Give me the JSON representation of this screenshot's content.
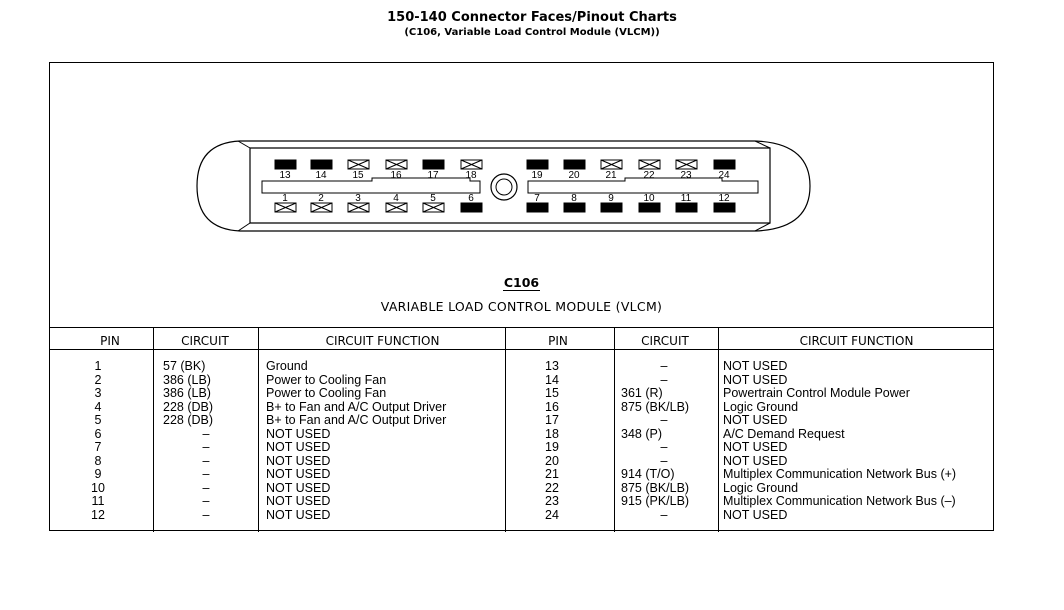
{
  "header": {
    "title": "150-140 Connector Faces/Pinout Charts",
    "subtitle": "(C106, Variable Load Control Module (VLCM))"
  },
  "connector": {
    "id": "C106",
    "name": "VARIABLE LOAD CONTROL MODULE (VLCM)",
    "top_row": [
      {
        "pin": "13",
        "filled": true
      },
      {
        "pin": "14",
        "filled": true
      },
      {
        "pin": "15",
        "filled": false
      },
      {
        "pin": "16",
        "filled": false
      },
      {
        "pin": "17",
        "filled": true
      },
      {
        "pin": "18",
        "filled": false
      },
      {
        "pin": "19",
        "filled": true
      },
      {
        "pin": "20",
        "filled": true
      },
      {
        "pin": "21",
        "filled": false
      },
      {
        "pin": "22",
        "filled": false
      },
      {
        "pin": "23",
        "filled": false
      },
      {
        "pin": "24",
        "filled": true
      }
    ],
    "bottom_row": [
      {
        "pin": "1",
        "filled": false
      },
      {
        "pin": "2",
        "filled": false
      },
      {
        "pin": "3",
        "filled": false
      },
      {
        "pin": "4",
        "filled": false
      },
      {
        "pin": "5",
        "filled": false
      },
      {
        "pin": "6",
        "filled": true
      },
      {
        "pin": "7",
        "filled": true
      },
      {
        "pin": "8",
        "filled": true
      },
      {
        "pin": "9",
        "filled": true
      },
      {
        "pin": "10",
        "filled": true
      },
      {
        "pin": "11",
        "filled": true
      },
      {
        "pin": "12",
        "filled": true
      }
    ]
  },
  "table": {
    "headers": [
      "PIN",
      "CIRCUIT",
      "CIRCUIT FUNCTION",
      "PIN",
      "CIRCUIT",
      "CIRCUIT FUNCTION"
    ],
    "left_rows": [
      {
        "pin": "1",
        "circuit": "57 (BK)",
        "function": "Ground"
      },
      {
        "pin": "2",
        "circuit": "386 (LB)",
        "function": "Power to Cooling Fan"
      },
      {
        "pin": "3",
        "circuit": "386 (LB)",
        "function": "Power to Cooling Fan"
      },
      {
        "pin": "4",
        "circuit": "228 (DB)",
        "function": "B+ to Fan and A/C Output Driver"
      },
      {
        "pin": "5",
        "circuit": "228 (DB)",
        "function": "B+ to Fan and A/C Output Driver"
      },
      {
        "pin": "6",
        "circuit": "–",
        "function": "NOT USED"
      },
      {
        "pin": "7",
        "circuit": "–",
        "function": "NOT USED"
      },
      {
        "pin": "8",
        "circuit": "–",
        "function": "NOT USED"
      },
      {
        "pin": "9",
        "circuit": "–",
        "function": "NOT USED"
      },
      {
        "pin": "10",
        "circuit": "–",
        "function": "NOT USED"
      },
      {
        "pin": "11",
        "circuit": "–",
        "function": "NOT USED"
      },
      {
        "pin": "12",
        "circuit": "–",
        "function": "NOT USED"
      }
    ],
    "right_rows": [
      {
        "pin": "13",
        "circuit": "–",
        "function": "NOT USED"
      },
      {
        "pin": "14",
        "circuit": "–",
        "function": "NOT USED"
      },
      {
        "pin": "15",
        "circuit": "361 (R)",
        "function": "Powertrain Control Module Power"
      },
      {
        "pin": "16",
        "circuit": "875 (BK/LB)",
        "function": "Logic Ground"
      },
      {
        "pin": "17",
        "circuit": "–",
        "function": "NOT USED"
      },
      {
        "pin": "18",
        "circuit": "348 (P)",
        "function": "A/C Demand Request"
      },
      {
        "pin": "19",
        "circuit": "–",
        "function": "NOT USED"
      },
      {
        "pin": "20",
        "circuit": "–",
        "function": "NOT USED"
      },
      {
        "pin": "21",
        "circuit": "914 (T/O)",
        "function": "Multiplex Communication Network Bus (+)"
      },
      {
        "pin": "22",
        "circuit": "875 (BK/LB)",
        "function": "Logic Ground"
      },
      {
        "pin": "23",
        "circuit": "915 (PK/LB)",
        "function": "Multiplex Communication Network Bus (–)"
      },
      {
        "pin": "24",
        "circuit": "–",
        "function": "NOT USED"
      }
    ]
  }
}
